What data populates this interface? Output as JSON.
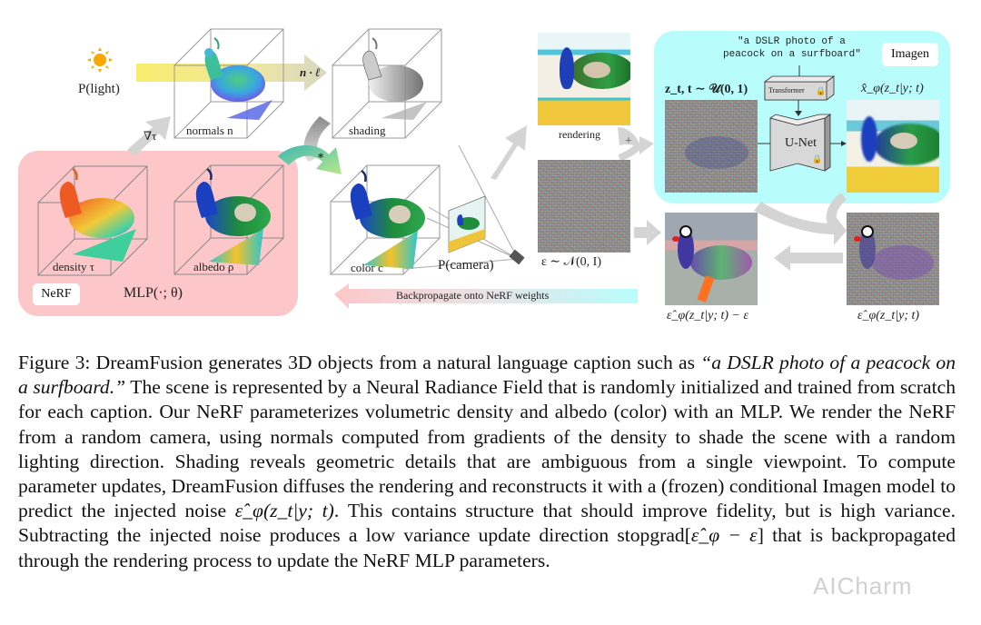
{
  "figure": {
    "light": {
      "icon": "sun-icon",
      "label": "P(light)"
    },
    "normals_label": "normals n",
    "dot_label": "n · ℓ",
    "grad_label": "∇τ",
    "shading_label": "shading",
    "multiply_symbol": "∗",
    "density_label": "density τ",
    "albedo_label": "albedo ρ",
    "nerf_tag": "NeRF",
    "mlp_label": "MLP(·; θ)",
    "color_label": "color c",
    "camera_label": "P(camera)",
    "rendering_label": "rendering",
    "plus_symbol": "+",
    "noise_label": "ε ∼ 𝒩(0, I)",
    "backprop_label": "Backpropagate onto NeRF weights",
    "imagen": {
      "tag": "Imagen",
      "prompt_line1": "\"a DSLR photo of a",
      "prompt_line2": "peacock on a surfboard\"",
      "zt_label": "z_t, t ∼ 𝒰(0, 1)",
      "transformer_label": "Transformer",
      "unet_label": "U-Net",
      "xhat_label": "x̂_φ(z_t|y; t)"
    },
    "eps_hat_label": "ε̂_φ(z_t|y; t)",
    "eps_diff_label": "ε̂_φ(z_t|y; t) − ε",
    "colors": {
      "nerf_panel": "#fdc7c9",
      "imagen_panel": "#b8fcfc",
      "arrow_gray": "#d4d4d4",
      "light_beam": "#f7ec7a",
      "sun": "#f8a800"
    }
  },
  "caption": {
    "prefix": "Figure 3: DreamFusion generates 3D objects from a natural language caption such as ",
    "italic_quote": "“a DSLR photo of a peacock on a surfboard.”",
    "body1": " The scene is represented by a Neural Radiance Field that is randomly initialized and trained from scratch for each caption. Our NeRF parameterizes volumetric density and albedo (color) with an MLP. We render the NeRF from a random camera, using normals computed from gradients of the density to shade the scene with a random lighting direction. Shading reveals geometric details that are ambiguous from a single viewpoint.  To compute parameter updates, DreamFusion diffuses the rendering and reconstructs it with a (frozen) conditional Imagen model to predict the injected noise ",
    "math1": "ε̂_φ(z_t|y; t)",
    "body2": ". This contains structure that should improve fidelity, but is high variance. Subtracting the injected noise produces a low variance update direction stopgrad[",
    "math2": "ε̂_φ − ε",
    "body3": "] that is backpropagated through the rendering process to update the NeRF MLP parameters."
  },
  "watermark": "AICharm"
}
